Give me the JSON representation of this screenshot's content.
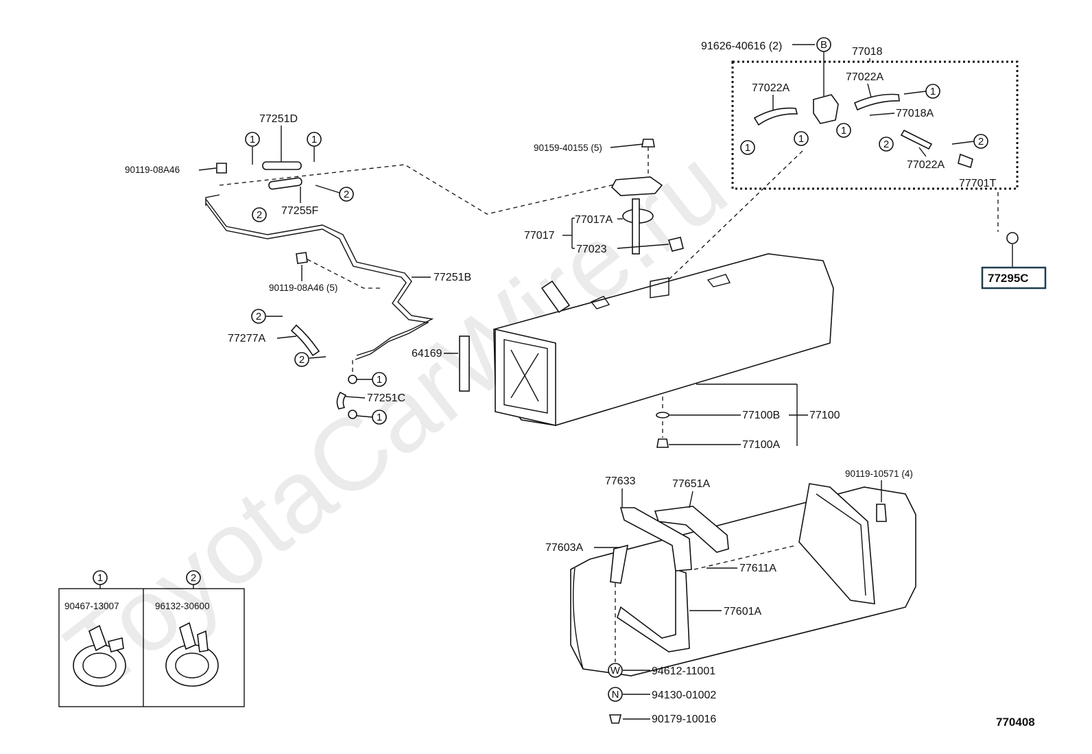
{
  "watermark": "ToyotaCarWire.ru",
  "diagram_id": "770408",
  "labels": {
    "p_91626": "91626-40616 (2)",
    "callout_b": "B",
    "p_77018": "77018",
    "p_77022A_l": "77022A",
    "p_77022A_m": "77022A",
    "p_77018A": "77018A",
    "p_77022A_r": "77022A",
    "p_77701T": "77701T",
    "p_77295C": "77295C",
    "p_77251D": "77251D",
    "p_90119_08A46": "90119-08A46",
    "p_77255F": "77255F",
    "p_90159": "90159-40155 (5)",
    "p_77017A": "77017A",
    "p_77017": "77017",
    "p_77023": "77023",
    "p_77251B": "77251B",
    "p_90119_08A46_5": "90119-08A46 (5)",
    "p_77277A": "77277A",
    "p_64169": "64169",
    "p_77251C": "77251C",
    "p_77100B": "77100B",
    "p_77100": "77100",
    "p_77100A": "77100A",
    "p_77633": "77633",
    "p_77651A": "77651A",
    "p_90119_10571": "90119-10571 (4)",
    "p_77603A": "77603A",
    "p_77611A": "77611A",
    "p_77601A": "77601A",
    "callout_w": "W",
    "p_94612": "94612-11001",
    "callout_n": "N",
    "p_94130": "94130-01002",
    "p_90179": "90179-10016"
  },
  "callouts": {
    "one": "1",
    "two": "2"
  },
  "legend": {
    "clip1_part": "90467-13007",
    "clip2_part": "96132-30600"
  }
}
